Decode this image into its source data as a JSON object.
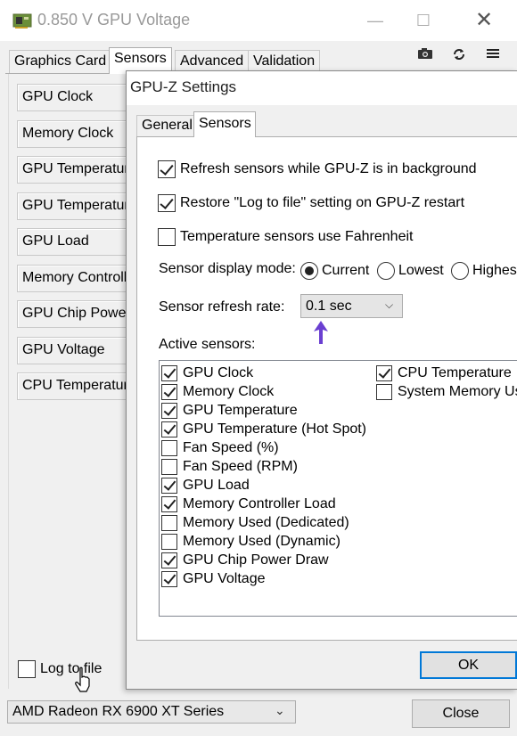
{
  "main_window": {
    "title": "0.850 V GPU Voltage",
    "tabs": [
      "Graphics Card",
      "Sensors",
      "Advanced",
      "Validation"
    ],
    "active_tab": "Sensors",
    "toolbar_icons": [
      "camera-icon",
      "refresh-icon",
      "menu-icon"
    ],
    "sensors": [
      "GPU Clock",
      "Memory Clock",
      "GPU Temperature",
      "GPU Temperature (Hot Spot)",
      "GPU Load",
      "Memory Controller Load",
      "GPU Chip Power Draw",
      "GPU Voltage",
      "CPU Temperature"
    ],
    "log_to_file_label": "Log to file",
    "log_to_file_checked": false,
    "gpu_select_value": "AMD Radeon RX 6900 XT Series",
    "close_label": "Close"
  },
  "settings": {
    "title": "GPU-Z Settings",
    "tabs": [
      "General",
      "Sensors"
    ],
    "active_tab": "Sensors",
    "options": [
      {
        "label": "Refresh sensors while GPU-Z is in background",
        "checked": true
      },
      {
        "label": "Restore \"Log to file\" setting on GPU-Z restart",
        "checked": true
      },
      {
        "label": "Temperature sensors use Fahrenheit",
        "checked": false
      }
    ],
    "display_mode_label": "Sensor display mode:",
    "display_modes": [
      {
        "label": "Current",
        "selected": true
      },
      {
        "label": "Lowest",
        "selected": false
      },
      {
        "label": "Highest",
        "selected": false
      }
    ],
    "refresh_rate_label": "Sensor refresh rate:",
    "refresh_rate_value": "0.1 sec",
    "active_sensors_label": "Active sensors:",
    "active_sensors_col1": [
      {
        "label": "GPU Clock",
        "checked": true
      },
      {
        "label": "Memory Clock",
        "checked": true
      },
      {
        "label": "GPU Temperature",
        "checked": true
      },
      {
        "label": "GPU Temperature (Hot Spot)",
        "checked": true
      },
      {
        "label": "Fan Speed (%)",
        "checked": false
      },
      {
        "label": "Fan Speed (RPM)",
        "checked": false
      },
      {
        "label": "GPU Load",
        "checked": true
      },
      {
        "label": "Memory Controller Load",
        "checked": true
      },
      {
        "label": "Memory Used (Dedicated)",
        "checked": false
      },
      {
        "label": "Memory Used (Dynamic)",
        "checked": false
      },
      {
        "label": "GPU Chip Power Draw",
        "checked": true
      },
      {
        "label": "GPU Voltage",
        "checked": true
      }
    ],
    "active_sensors_col2": [
      {
        "label": "CPU Temperature",
        "checked": true
      },
      {
        "label": "System Memory Used",
        "checked": false
      }
    ],
    "ok_label": "OK"
  }
}
